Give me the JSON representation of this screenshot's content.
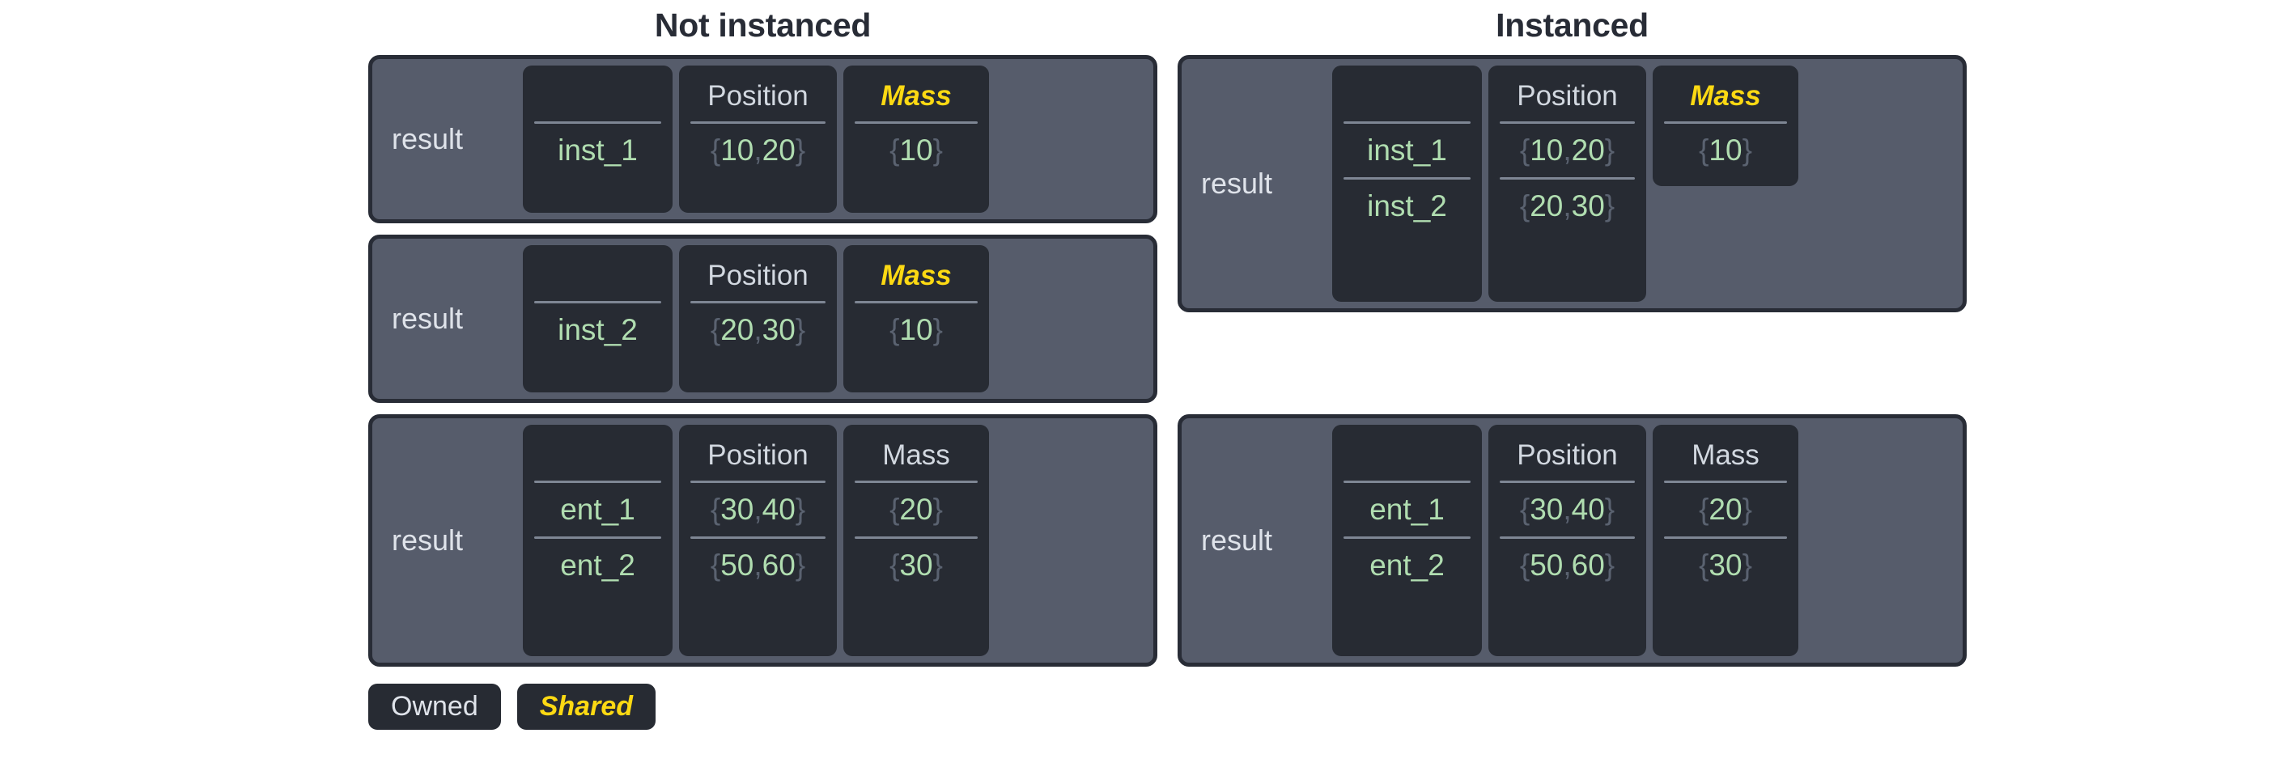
{
  "columns": {
    "left_title": "Not instanced",
    "right_title": "Instanced"
  },
  "headers": {
    "name": "",
    "position": "Position",
    "mass": "Mass"
  },
  "owner_label": "result",
  "legend": {
    "owned": "Owned",
    "shared": "Shared"
  },
  "colors": {
    "page_background": "#ffffff",
    "title_text": "#282c36",
    "frame_fill": "#565c6b",
    "frame_border": "#282c36",
    "cell_fill": "#272b33",
    "header_text": "#d2d8e0",
    "shared_accent": "#fcd913",
    "value_green": "#b0ddb0",
    "brace_gray": "#5a6270",
    "rule_gray": "#7e8694"
  },
  "tables": {
    "not_instanced": [
      {
        "owner": "result",
        "mass_shared": true,
        "rows": [
          {
            "name": "inst_1",
            "position_x": "10",
            "position_y": "20",
            "mass": "10"
          }
        ]
      },
      {
        "owner": "result",
        "mass_shared": true,
        "rows": [
          {
            "name": "inst_2",
            "position_x": "20",
            "position_y": "30",
            "mass": "10"
          }
        ]
      },
      {
        "owner": "result",
        "mass_shared": false,
        "rows": [
          {
            "name": "ent_1",
            "position_x": "30",
            "position_y": "40",
            "mass": "20"
          },
          {
            "name": "ent_2",
            "position_x": "50",
            "position_y": "60",
            "mass": "30"
          }
        ]
      }
    ],
    "instanced": [
      {
        "owner": "result",
        "mass_shared": true,
        "mass_spans_single_row": true,
        "rows": [
          {
            "name": "inst_1",
            "position_x": "10",
            "position_y": "20",
            "mass": "10"
          },
          {
            "name": "inst_2",
            "position_x": "20",
            "position_y": "30"
          }
        ]
      },
      {
        "owner": "result",
        "mass_shared": false,
        "mass_spans_single_row": false,
        "rows": [
          {
            "name": "ent_1",
            "position_x": "30",
            "position_y": "40",
            "mass": "20"
          },
          {
            "name": "ent_2",
            "position_x": "50",
            "position_y": "60",
            "mass": "30"
          }
        ]
      }
    ]
  }
}
